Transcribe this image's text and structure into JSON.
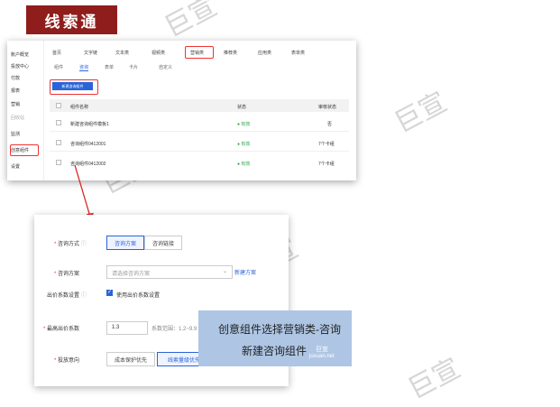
{
  "banner": {
    "title": "线索通"
  },
  "watermark": {
    "text": "巨宣",
    "site": "juxuan.net"
  },
  "screenshot_top": {
    "sidebar": [
      "账户概览",
      "投放中心",
      "付款",
      "报表",
      "营销",
      "回收站",
      "监测",
      "创意组件",
      "设置"
    ],
    "top_nav": [
      "首页",
      "文字链",
      "文本类",
      "视频类",
      "营销类",
      "推荐类",
      "应用类",
      "表单类"
    ],
    "sub_tabs": [
      "组件",
      "咨询",
      "表单",
      "卡片",
      "自定义"
    ],
    "new_button": "新建咨询组件",
    "table": {
      "columns": [
        "组件名称",
        "状态",
        "审核状态"
      ],
      "rows": [
        {
          "name": "新建咨询组件模板1",
          "status": "",
          "review": "否"
        },
        {
          "name": "咨询组件0412001",
          "status": "有效",
          "review": "7个卡组"
        },
        {
          "name": "咨询组件0412002",
          "status": "有效",
          "review": "7个卡组"
        }
      ],
      "first_row_status": "有效"
    }
  },
  "screenshot_form": {
    "consult_mode": {
      "label": "咨询方式",
      "options": [
        "咨询方案",
        "咨询链接"
      ],
      "selected": "咨询方案"
    },
    "consult_plan": {
      "label": "咨询方案",
      "placeholder": "请选择咨询方案",
      "link": "新建方案"
    },
    "bid_setting": {
      "label": "出价系数设置",
      "checkbox_label": "使用出价系数设置",
      "checked": true
    },
    "max_bid": {
      "label": "最高出价系数",
      "value": "1.3",
      "hint": "系数范围：1.2~9.9"
    },
    "preference": {
      "label": "投放意向",
      "options": [
        "成本保护优先",
        "线索量级优先"
      ],
      "selected": "线索量级优先"
    }
  },
  "caption": {
    "line1": "创意组件选择营销类-咨询",
    "line2": "新建咨询组件"
  },
  "colors": {
    "accent": "#2a64d8",
    "banner": "#8f1d1b",
    "highlight": "#e33333",
    "caption_bg": "#aec6e4"
  }
}
